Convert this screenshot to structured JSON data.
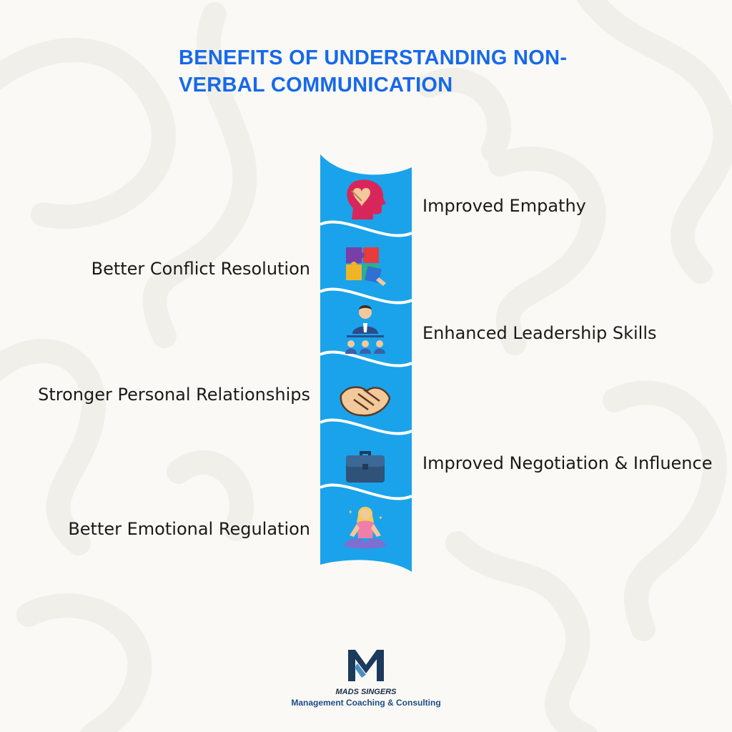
{
  "title_lines": [
    "BENEFITS OF UNDERSTANDING NON-",
    "VERBAL COMMUNICATION"
  ],
  "benefits": [
    {
      "label": "Improved Empathy",
      "icon": "head-heart-icon"
    },
    {
      "label": "Better Conflict Resolution",
      "icon": "puzzle-icon"
    },
    {
      "label": "Enhanced Leadership Skills",
      "icon": "leader-team-icon"
    },
    {
      "label": "Stronger Personal Relationships",
      "icon": "handshake-icon"
    },
    {
      "label": "Improved Negotiation & Influence",
      "icon": "briefcase-icon"
    },
    {
      "label": "Better Emotional Regulation",
      "icon": "meditation-icon"
    }
  ],
  "brand": {
    "name": "MADS SINGERS",
    "tagline": "Management Coaching & Consulting"
  },
  "colors": {
    "title": "#1769e8",
    "ribbon": "#1aa3ea",
    "wave": "#ffffff",
    "text": "#1a1a1a",
    "logo": "#1b3a5c"
  }
}
